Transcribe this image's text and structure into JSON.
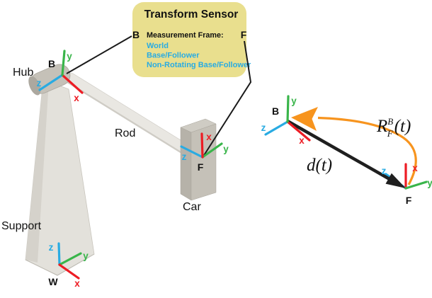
{
  "sensor_panel": {
    "title": "Transform Sensor",
    "subtitle": "Measurement Frame:",
    "options": [
      "World",
      "Base/Follower",
      "Non-Rotating Base/Follower"
    ],
    "base_port_label": "B",
    "follower_port_label": "F"
  },
  "machine": {
    "hub_label": "Hub",
    "rod_label": "Rod",
    "car_label": "Car",
    "support_label": "Support",
    "base_frame_label": "B",
    "follower_frame_label": "F",
    "world_frame_label": "W"
  },
  "axes": {
    "x": "x",
    "y": "y",
    "z": "z"
  },
  "vector_diagram": {
    "base_frame_label": "B",
    "follower_frame_label": "F",
    "rotation_symbol": "R",
    "rotation_superscript": "B",
    "rotation_subscript": "F",
    "rotation_argument": "(t)",
    "translation_label": "d(t)"
  },
  "colors": {
    "axis_x": "#ED1C24",
    "axis_y": "#39B54A",
    "axis_z": "#29ABE2",
    "rotation_arrow": "#F7941E",
    "panel_fill": "#E9DF8E",
    "option_text": "#29ABE2",
    "body_gray": "#C5C1B8",
    "support_gray": "#E3E1DB"
  }
}
